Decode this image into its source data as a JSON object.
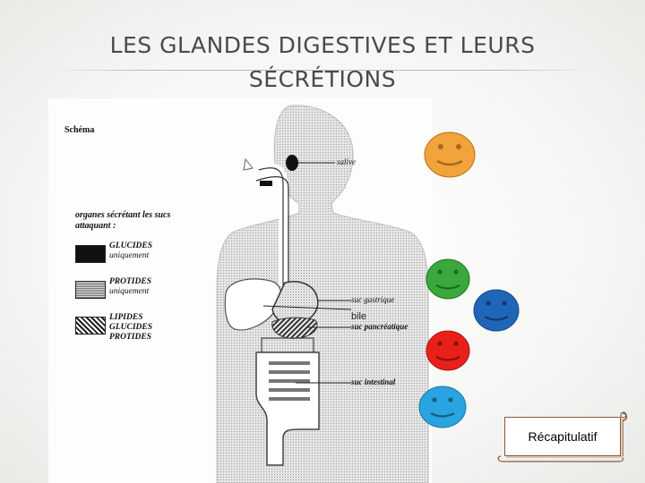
{
  "slide": {
    "title_line1": "LES GLANDES DIGESTIVES ET LEURS",
    "title_line2": "SÉCRÉTIONS"
  },
  "schema": {
    "heading": "Schéma",
    "legend_title_line1": "organes sécrétant les sucs",
    "legend_title_line2": "attaquant :",
    "legend": [
      {
        "name_line1": "GLUCIDES",
        "name_line2": "uniquement"
      },
      {
        "name_line1": "PROTIDES",
        "name_line2": "uniquement"
      },
      {
        "name_line1": "LIPIDES",
        "name_line2": "GLUCIDES",
        "name_line3": "PROTIDES"
      }
    ],
    "labels": {
      "salive": "salive",
      "suc_gastrique": "suc gastrique",
      "bile": "bile",
      "suc_pancreatique": "suc pancréatique",
      "suc_intestinal": "suc intestinal"
    }
  },
  "smileys": [
    {
      "name": "smiley-orange",
      "color": "#f2a33a"
    },
    {
      "name": "smiley-green",
      "color": "#3aa83a"
    },
    {
      "name": "smiley-blue",
      "color": "#1f66b8"
    },
    {
      "name": "smiley-red",
      "color": "#e8201a"
    },
    {
      "name": "smiley-lightblue",
      "color": "#2aa4e0"
    }
  ],
  "button": {
    "recap_label": "Récapitulatif"
  },
  "colors": {
    "title": "#4a4a4a",
    "recap_border": "#8b5a3c"
  }
}
